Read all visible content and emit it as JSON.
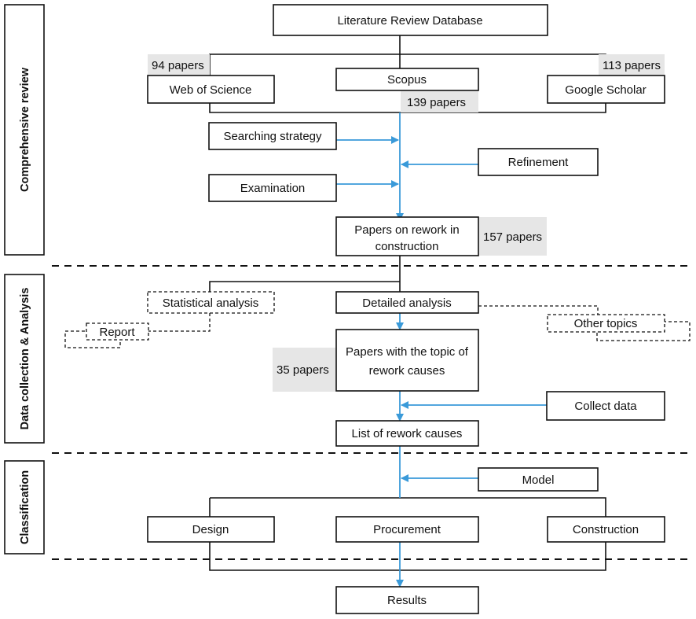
{
  "phases": {
    "comprehensive": "Comprehensive review",
    "data": "Data collection & Analysis",
    "classification": "Classification"
  },
  "nodes": {
    "database": "Literature Review Database",
    "wos": "Web of Science",
    "scopus": "Scopus",
    "scholar": "Google Scholar",
    "searching": "Searching strategy",
    "refinement": "Refinement",
    "examination": "Examination",
    "papers_rework_1": "Papers on rework in",
    "papers_rework_2": "construction",
    "statistical": "Statistical analysis",
    "detailed": "Detailed analysis",
    "report": "Report",
    "other_topics": "Other topics",
    "topic_1": "Papers with the topic of",
    "topic_2": "rework causes",
    "collect": "Collect data",
    "list_causes": "List of rework causes",
    "model": "Model",
    "design": "Design",
    "procurement": "Procurement",
    "construction": "Construction",
    "results": "Results"
  },
  "counts": {
    "wos": "94 papers",
    "scholar": "113 papers",
    "scopus": "139 papers",
    "rework": "157 papers",
    "topic": "35 papers"
  },
  "colors": {
    "arrow": "#3a9ad9",
    "count_fill": "#e6e6e6",
    "line": "#111111"
  }
}
